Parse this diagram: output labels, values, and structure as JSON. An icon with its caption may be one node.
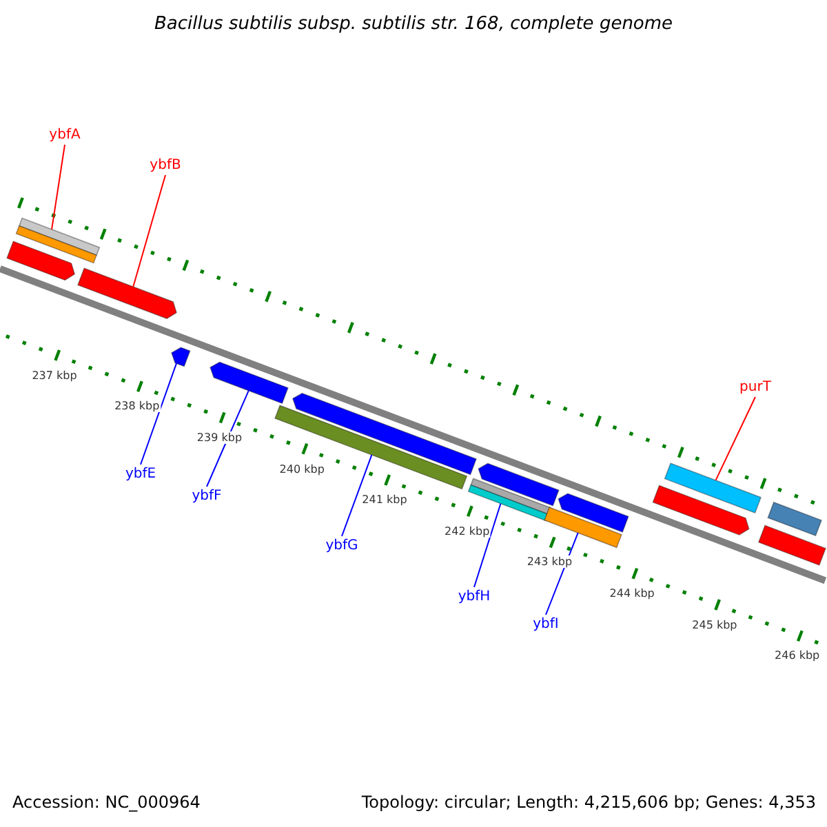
{
  "diagram": {
    "title": "Bacillus subtilis subsp. subtilis str. 168, complete genome",
    "nodes": [
      {
        "text": [
          "ybfA"
        ]
      },
      {
        "text": [],
        "shape": "bar"
      },
      {
        "text": [
          "ybfB"
        ]
      },
      {
        "text": [],
        "shape": "bar"
      },
      {
        "text": [
          "ybfE"
        ]
      },
      {
        "text": [],
        "shape": "bar"
      },
      {
        "text": [
          "ybfF"
        ]
      },
      {
        "text": [],
        "shape": "bar"
      },
      {
        "text": [
          "ybfG"
        ]
      },
      {
        "text": [],
        "shape": "bar"
      },
      {
        "text": [
          "ybfH"
        ]
      },
      {
        "text": [],
        "shape": "bar"
      },
      {
        "text": [
          "ybfI"
        ]
      },
      {
        "text": [],
        "shape": "bar"
      },
      {
        "text": [
          "purT"
        ]
      },
      {
        "text": [],
        "shape": "bar"
      },
      {
        "text": [],
        "shape": "bar"
      },
      {
        "text": [],
        "shape": "bar"
      },
      {
        "text": [],
        "shape": "bar"
      },
      {
        "text": [],
        "shape": "bar"
      },
      {
        "text": [],
        "shape": "bar"
      },
      {
        "text": [],
        "shape": "bar"
      },
      {
        "text": [],
        "shape": "bar"
      }
    ],
    "edges": [
      {
        "from": 0,
        "to": 1,
        "arrow": "none",
        "color": "#ff0000"
      },
      {
        "from": 2,
        "to": 3,
        "arrow": "none",
        "color": "#ff0000"
      },
      {
        "from": 4,
        "to": 5,
        "arrow": "none"
      },
      {
        "from": 6,
        "to": 7,
        "arrow": "none"
      },
      {
        "from": 8,
        "to": 9,
        "arrow": "none"
      },
      {
        "from": 10,
        "to": 11,
        "arrow": "none"
      },
      {
        "from": 12,
        "to": 13,
        "arrow": "none"
      },
      {
        "from": 14,
        "to": 15,
        "arrow": "none",
        "color": "#ff0000"
      }
    ],
    "labels": [
      "237 kbp",
      "238 kbp",
      "239 kbp",
      "240 kbp",
      "241 kbp",
      "242 kbp",
      "243 kbp",
      "244 kbp",
      "245 kbp",
      "246 kbp",
      "Accession: NC_000964",
      "Topology: circular; Length: 4,215,606 bp; Genes: 4,353"
    ]
  }
}
